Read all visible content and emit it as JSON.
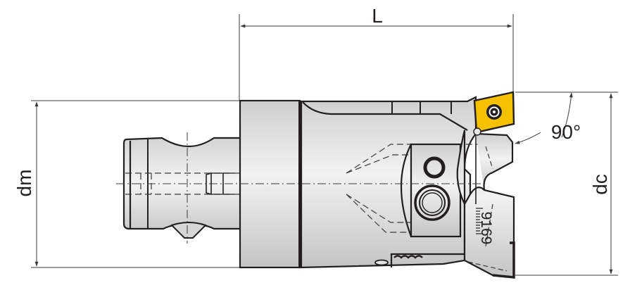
{
  "drawing": {
    "subject": "Boring head / modular cutting tool, side view",
    "colors": {
      "outline": "#231f20",
      "body_light": "#f0f0f0",
      "body_dark": "#c8c8c8",
      "insert": "#f5c000",
      "dimension_line": "#3a3a3a"
    },
    "dimensions": {
      "length": {
        "label": "L"
      },
      "shank_diameter": {
        "label": "dm"
      },
      "cutting_diameter": {
        "label": "dc"
      },
      "approach_angle": {
        "label": "90°"
      }
    },
    "part_marking": {
      "text": "9169"
    }
  }
}
